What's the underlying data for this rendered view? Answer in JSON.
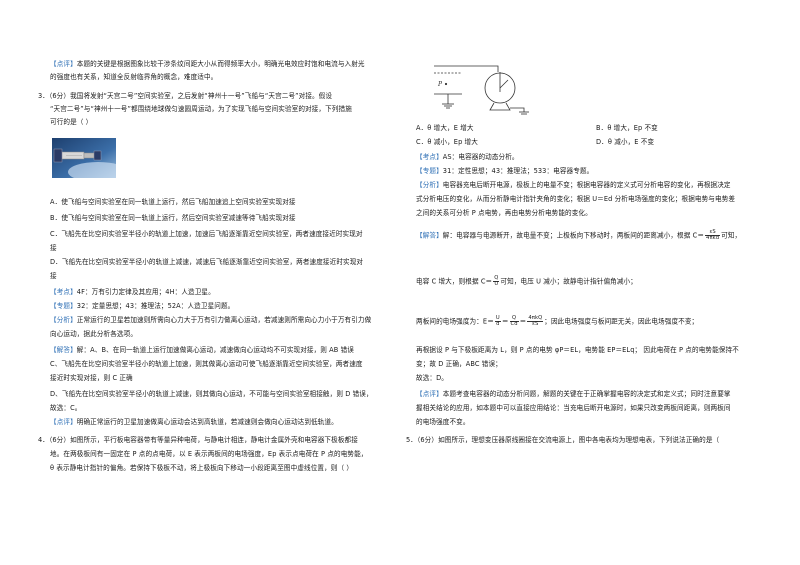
{
  "left_column": {
    "prev_review": {
      "tag": "【点评】",
      "line1": "本题的关键是根据图象比较干涉条纹间距大小从而得频率大小，明确光电效应时饱和电流与入射光",
      "line2": "的强度也有关系，知道全反射临界角的概念，难度适中。"
    },
    "q3": {
      "stem_line1": "3．（6分）我国将发射“天宫二号”空间实验室，之后发射“神州十一号”飞船与“天宫二号”对接。假设",
      "stem_line2": "“天宫二号”与“神州十一号”都围绕地球做匀速圆周运动，为了实现飞船与空间实验室的对接，下列措施",
      "stem_line3": "可行的是（    ）",
      "options": [
        "A．使飞船与空间实验室在同一轨道上运行，然后飞船加速追上空间实验室实现对接",
        "B．使飞船与空间实验室在同一轨道上运行，然后空间实验室减速等待飞船实现对接",
        "C．飞船先在比空间实验室半径小的轨道上加速，加速后飞船逐渐靠近空间实验室，两者速度接近时实现对",
        "接",
        "D．飞船先在比空间实验室半径小的轨道上减速，减速后飞船逐渐靠近空间实验室，两者速度接近时实现对",
        "接"
      ],
      "kaodian_tag": "【考点】",
      "kaodian": "4F：万有引力定律及其应用；4H：人造卫星。",
      "zhuanti_tag": "【专题】",
      "zhuanti": "32：定量思想；43：推理法；52A：人造卫星问题。",
      "fenxi_tag": "【分析】",
      "fenxi_line1": "正常运行的卫星若加速则所需向心力大于万有引力做离心运动，若减速则所需向心力小于万有引力做",
      "fenxi_line2": "向心运动，据此分析各选项。",
      "jieda_tag": "【解答】",
      "jieda_line1": "解：A、B、在同一轨道上运行加速做离心运动，减速做向心运动均不可实现对接，则 AB 错误",
      "jieda_line2": "C、飞船先在比空间实验室半径小的轨道上加速，则其做离心运动可使飞船逐渐靠近空间实验室，两者速度",
      "jieda_line3": "接近时实现对接，则 C 正确",
      "jieda_line4": "D、飞船先在比空间实验室半径小的轨道上减速，则其做向心运动，不可能与空间实验室相接触，则 D 错误，",
      "jieda_line5": "故选：C。",
      "dianping_tag": "【点评】",
      "dianping": "明确正常运行的卫星加速做离心运动会达到高轨道，若减速则会做向心运动达到低轨道。"
    },
    "q4": {
      "stem_line1": "4．（6分）如图所示，平行板电容器带有等量异种电荷，与静电计相连，静电计金属外壳和电容器下极板都接",
      "stem_line2": "地。在两极板间有一固定在 P 点的点电荷，以 E 表示两板间的电场强度，Ep 表示点电荷在 P 点的电势能，",
      "stem_line3": "θ 表示静电计指针的偏角。若保持下极板不动，将上极板向下移动一小段距离至图中虚线位置，则（      ）"
    }
  },
  "right_column": {
    "q4_options": {
      "A": "A．θ 增大，E 增大",
      "B": "B．θ 增大，Ep 不变",
      "C": "C．θ 减小，Ep 增大",
      "D": "D．θ 减小，E 不变"
    },
    "q4_figure": {
      "p_label": "P"
    },
    "q4_solution": {
      "kaodian_tag": "【考点】",
      "kaodian": "AS：电容器的动态分析。",
      "zhuanti_tag": "【专题】",
      "zhuanti": "31：定性思想；43：推理法；533：电容器专题。",
      "fenxi_tag": "【分析】",
      "fenxi_line1": "电容器充电后断开电源，极板上的电量不变；根据电容器的定义式可分析电容的变化，再根据决定",
      "fenxi_line2": "式分析电压的变化，从而分析静电计指针夹角的变化；根据 U＝Ed 分析电场强度的变化；根据电势与电势差",
      "fenxi_line3": "之间的关系可分析 P 点电势，再由电势分析电势能的变化。",
      "jieda_tag": "【解答】",
      "jieda_line1": "解：电容器与电源断开，故电量不变；上极板向下移动时，两板间的距离减小，根据 C＝",
      "jieda_line1_tail": "可知，",
      "cap_frac_num": "εS",
      "cap_frac_den": "4πkd",
      "jieda_line2_a": "电容 C 增大，则根据 C＝",
      "jieda_line2_num": "Q",
      "jieda_line2_den": "U",
      "jieda_line2_b": "可知，电压 U 减小；故静电计指针偏角减小；",
      "jieda_line3_a": "两板间的电场强度为：E＝",
      "f1_num": "U",
      "f1_den": "d",
      "eq1": "＝",
      "f2_num": "Q",
      "f2_den": "Cd",
      "eq2": "＝",
      "f3_num": "4πkQ",
      "f3_den": "εS",
      "jieda_line3_b": "；因此电场强度与板间距无关，因此电场强度不变；",
      "jieda_line4": "再根据设 P 与下极板距离为 L，则 P 点的电势 φP＝EL，电势能 EP＝ELq；   因此电荷在 P 点的电势能保持不",
      "jieda_line5": "变；故 D 正确，ABC 错误；",
      "jieda_line6": "故选：D。",
      "dianping_tag": "【点评】",
      "dianping_line1": "本题考查电容器的动态分析问题，解题的关键在于正确掌握电容的决定式和定义式；同时注意要掌",
      "dianping_line2": "握相关结论的应用，如本题中可以直接应用结论：当充电后断开电源时，如果只改变两板间距离，则两板间",
      "dianping_line3": "的电场强度不变。"
    },
    "q5": {
      "stem_line1": "5．（6分）如图所示，理想变压器原线圈接在交流电源上，图中各电表均为理想电表，下列说法正确的是（"
    }
  },
  "colors": {
    "tag_blue": "#2e6fb5",
    "text": "#1a1a1a"
  }
}
